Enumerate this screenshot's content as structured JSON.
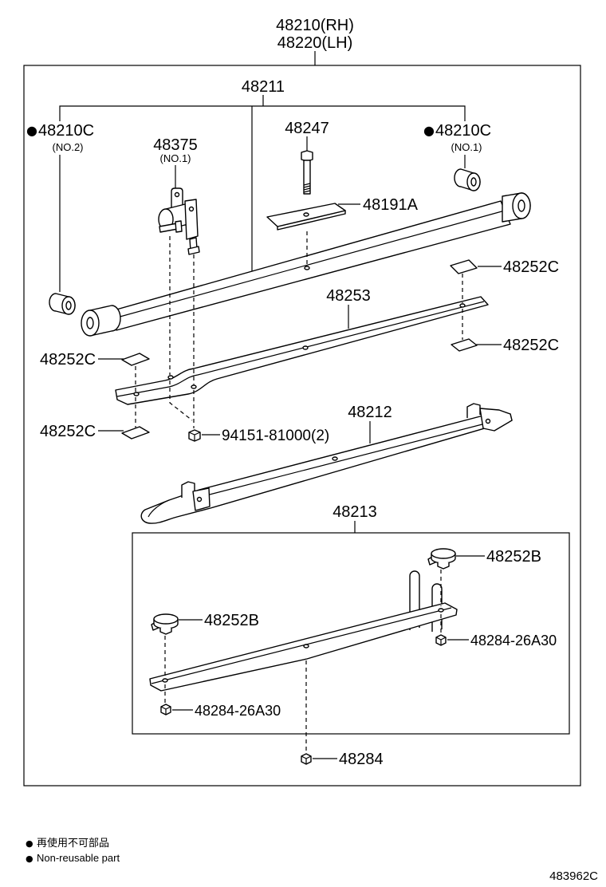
{
  "colors": {
    "ink": "#000000",
    "paper": "#ffffff"
  },
  "assembly": {
    "rh": "48210(RH)",
    "lh": "48220(LH)"
  },
  "callouts": {
    "p48211": {
      "number": "48211"
    },
    "bushing_no2": {
      "marker": "●",
      "number": "48210C",
      "note": "(NO.2)"
    },
    "bushing_no1": {
      "marker": "●",
      "number": "48210C",
      "note": "(NO.1)"
    },
    "clip": {
      "number": "48375",
      "note": "(NO.1)"
    },
    "bolt": {
      "number": "48247"
    },
    "spacer": {
      "number": "48191A"
    },
    "insert_upper_right": {
      "number": "48252C"
    },
    "leaf_48253": {
      "number": "48253"
    },
    "insert_lower_right": {
      "number": "48252C"
    },
    "insert_upper_left": {
      "number": "48252C"
    },
    "insert_lower_left": {
      "number": "48252C"
    },
    "clip_nut": {
      "number": "94151-81000(2)"
    },
    "leaf_48212": {
      "number": "48212"
    },
    "leaf_48213": {
      "number": "48213"
    },
    "cap_right": {
      "number": "48252B"
    },
    "cap_left": {
      "number": "48252B"
    },
    "nut_right": {
      "number": "48284-26A30"
    },
    "nut_left": {
      "number": "48284-26A30"
    },
    "center_nut": {
      "number": "48284"
    }
  },
  "legend": [
    {
      "marker": "●",
      "text": "再使用不可部品"
    },
    {
      "marker": "●",
      "text": "Non-reusable part"
    }
  ],
  "figure_id": "483962C"
}
